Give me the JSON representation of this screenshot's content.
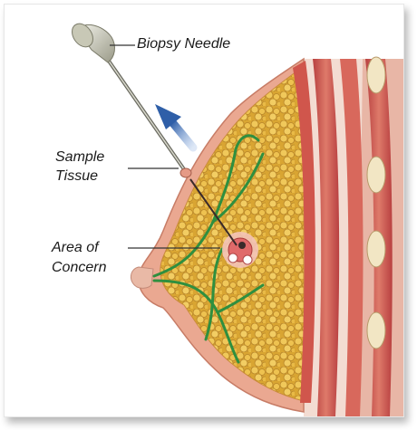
{
  "labels": {
    "biopsy_needle": "Biopsy Needle",
    "sample_tissue_line1": "Sample",
    "sample_tissue_line2": "Tissue",
    "area_of_concern_line1": "Area of",
    "area_of_concern_line2": "Concern"
  },
  "colors": {
    "fat": "#e3b23a",
    "skin": "#e8a48c",
    "muscle": "#c9504a",
    "duct": "#2f8f3f",
    "arrow": "#3f6fb5",
    "lesion": "#e06a6a"
  }
}
